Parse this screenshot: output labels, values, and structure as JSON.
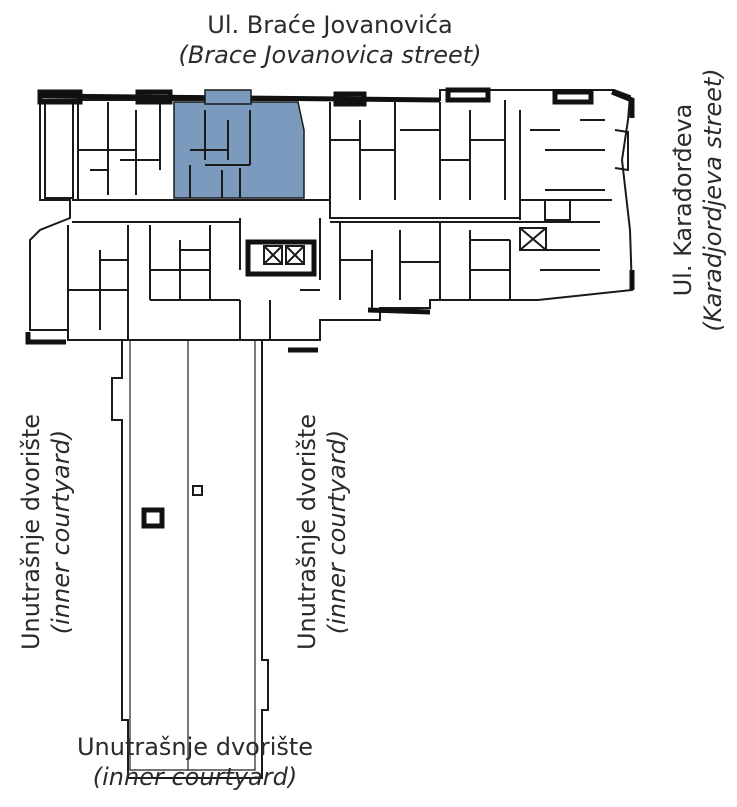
{
  "labels": {
    "top": {
      "main": "Ul. Braće Jovanovića",
      "sub": "(Brace Jovanovica street)"
    },
    "right": {
      "main": "Ul. Karađorđeva",
      "sub": "(Karadjordjeva street)"
    },
    "left": {
      "main": "Unutrašnje dvorište",
      "sub": "(inner courtyard)"
    },
    "middle": {
      "main": "Unutrašnje dvorište",
      "sub": "(inner courtyard)"
    },
    "bottom": {
      "main": "Unutrašnje dvorište",
      "sub": "(inner courtyard)"
    }
  },
  "colors": {
    "highlight": "#7b9abd",
    "wall": "#1a1a1a",
    "text": "#2b2b2b"
  }
}
